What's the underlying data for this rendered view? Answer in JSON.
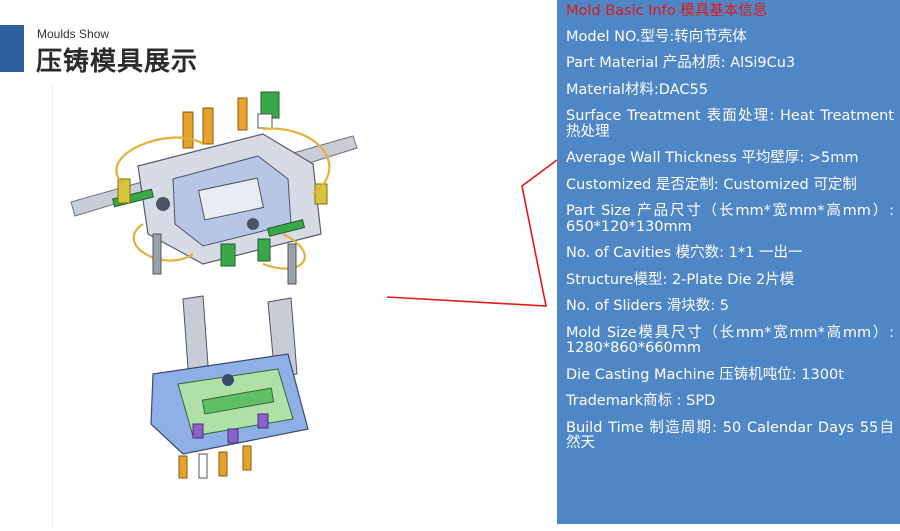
{
  "header": {
    "subtitle": "Moulds Show",
    "title": "压铸模具展示"
  },
  "info_panel": {
    "title": "Mold Basic Info 模具基本信息",
    "rows": [
      "Model NO.型号:转向节壳体",
      "Part Material 产品材质: AlSi9Cu3",
      "Material材料:DAC55",
      "Surface Treatment 表面处理: Heat Treatment 热处理",
      "Average Wall Thickness 平均壁厚: >5mm",
      "Customized 是否定制: Customized 可定制",
      "Part Size 产品尺寸（长mm*宽mm*高mm）: 650*120*130mm",
      "No. of Cavities 模穴数: 1*1 一出一",
      "Structure模型: 2-Plate Die 2片模",
      "No. of Sliders 滑块数: 5",
      "Mold Size模具尺寸（长mm*宽mm*高mm）: 1280*860*660mm",
      "Die Casting Machine 压铸机吨位: 1300t",
      "Trademark商标 : SPD",
      "Build Time 制造周期: 50 Calendar Days 55自然天"
    ]
  },
  "colors": {
    "accent": "#2e5f9e",
    "panel_bg": "#4f86c6",
    "panel_title": "#e01b1b",
    "callout_line": "#e01b1b"
  },
  "icons": {
    "figure": "die-casting-mold-3d-render"
  }
}
